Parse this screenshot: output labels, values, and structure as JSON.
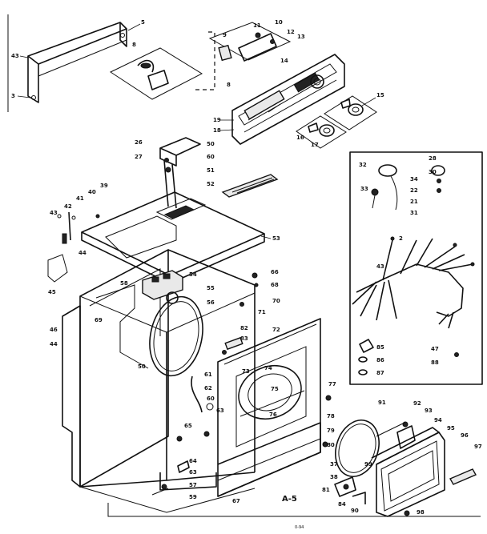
{
  "diagram": {
    "figure_label": "A-5",
    "bottom_note": "0-94",
    "callouts": {
      "toe_panel_left": "43",
      "front_panel_screw": "3",
      "grommet_top": "5",
      "clip_top": "8",
      "dash_bracket_1": "11",
      "dash_bracket_2": "10",
      "dash_screw_1": "12",
      "dash_screw_2": "13",
      "dash_screw_3": "14",
      "dash_screw_4": "8",
      "dash_item_9": "9",
      "console_panel": "15",
      "console_knob_1": "16",
      "console_knob_2": "17",
      "console_item_18": "18",
      "console_item_19": "19",
      "lint_screen_1": "26",
      "lint_screen_2": "27",
      "lint_screen_3": "50",
      "lint_screen_4": "60",
      "lint_screen_5": "51",
      "lint_screen_6": "52",
      "top_panel": "53",
      "top_left_1": "43",
      "top_left_2": "42",
      "top_left_3": "41",
      "top_left_4": "40",
      "top_left_5": "39",
      "top_left_6": "45",
      "top_left_7": "44",
      "cabinet_left": "46",
      "cabinet_front": "44",
      "cabinet_mid": "50",
      "harness_1": "28",
      "harness_2": "30",
      "harness_3": "32",
      "harness_4": "33",
      "harness_5": "34",
      "harness_6": "22",
      "harness_7": "21",
      "harness_8": "31",
      "harness_9": "43",
      "harness_10": "85",
      "harness_11": "86",
      "harness_12": "87",
      "harness_13": "47",
      "harness_14": "88",
      "harness_15": "2",
      "switch_1": "54",
      "switch_2": "55",
      "switch_3": "56",
      "switch_4": "58",
      "cab_right_1": "66",
      "cab_right_2": "68",
      "cab_right_3": "70",
      "cab_right_4": "71",
      "cab_right_5": "72",
      "cab_right_6": "73",
      "cab_right_7": "74",
      "cab_right_8": "75",
      "cab_right_9": "76",
      "cab_right_10": "77",
      "cab_right_11": "78",
      "cab_right_12": "79",
      "cab_right_13": "80",
      "cab_right_14": "62",
      "cab_right_15": "63",
      "cab_right_16": "61",
      "cab_right_17": "82",
      "cab_right_18": "83",
      "door_1": "84",
      "door_2": "90",
      "door_3": "91",
      "door_4": "92",
      "door_5": "93",
      "door_6": "94",
      "door_7": "95",
      "door_8": "96",
      "door_9": "97",
      "door_10": "98",
      "door_11": "99",
      "door_12": "81",
      "base_1": "65",
      "base_2": "64",
      "base_3": "63",
      "base_4": "57",
      "base_5": "59",
      "base_6": "67",
      "base_7": "69",
      "base_8": "60",
      "seal_1": "37",
      "seal_2": "38"
    }
  }
}
